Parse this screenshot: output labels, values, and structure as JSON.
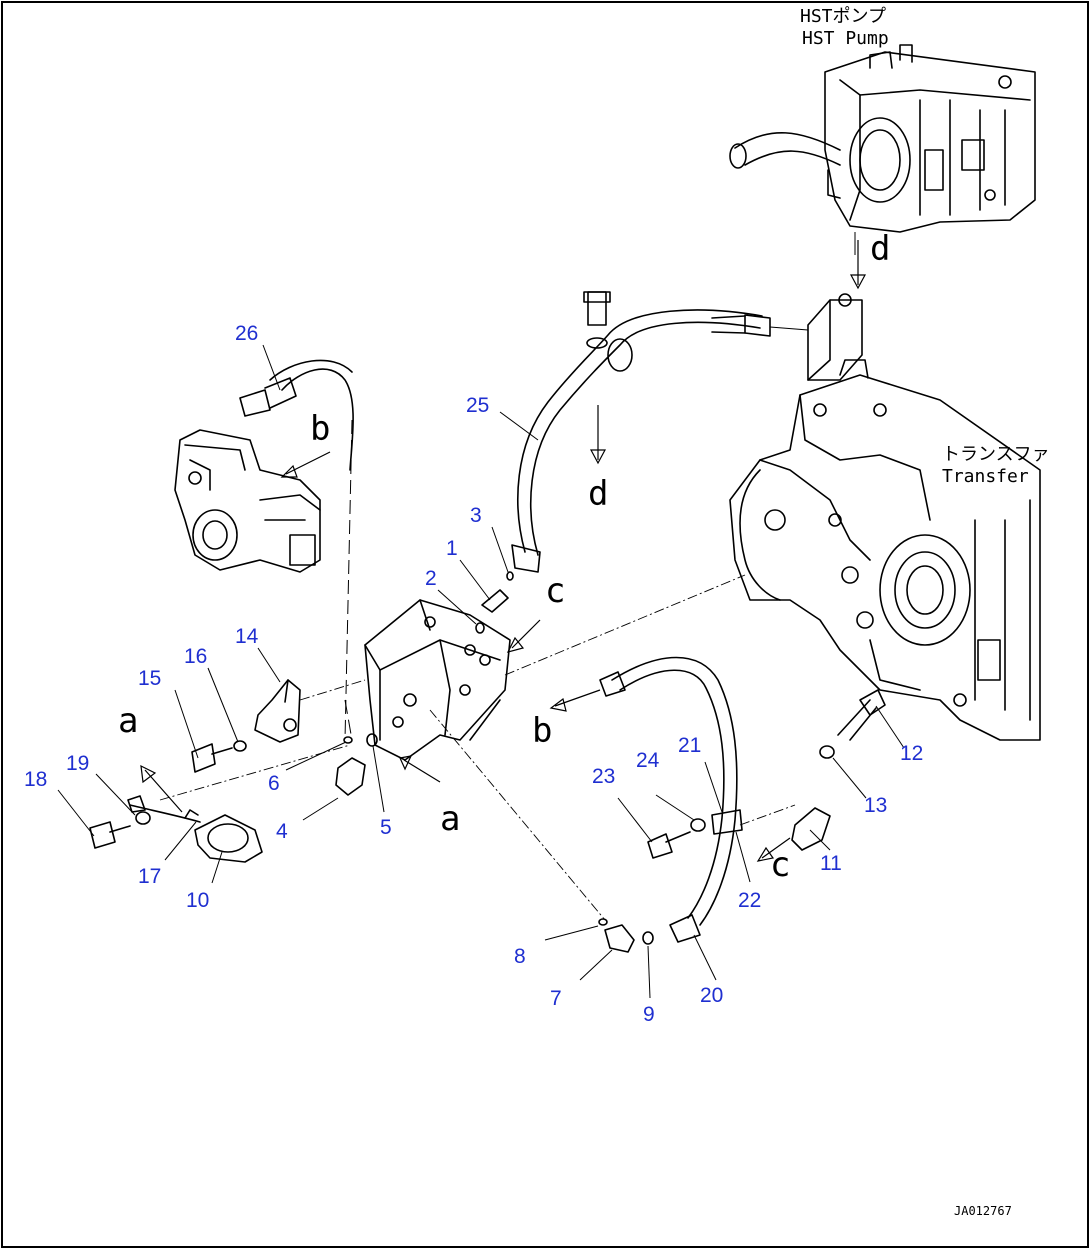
{
  "captions": {
    "hst_jp": "HSTポンプ",
    "hst_en": "HST Pump",
    "transfer_jp": "トランスファ",
    "transfer_en": "Transfer"
  },
  "letters": {
    "a1": "a",
    "a2": "a",
    "b1": "b",
    "b2": "b",
    "c1": "c",
    "c2": "c",
    "d1": "d",
    "d2": "d"
  },
  "callouts": {
    "n1": "1",
    "n2": "2",
    "n3": "3",
    "n4": "4",
    "n5": "5",
    "n6": "6",
    "n7": "7",
    "n8": "8",
    "n9": "9",
    "n10": "10",
    "n11": "11",
    "n12": "12",
    "n13": "13",
    "n14": "14",
    "n15": "15",
    "n16": "16",
    "n17": "17",
    "n18": "18",
    "n19": "19",
    "n20": "20",
    "n21": "21",
    "n22": "22",
    "n23": "23",
    "n24": "24",
    "n25": "25",
    "n26": "26"
  },
  "doc_id": "JA012767",
  "colors": {
    "callout": "#1f2fd0",
    "line": "#000000"
  }
}
